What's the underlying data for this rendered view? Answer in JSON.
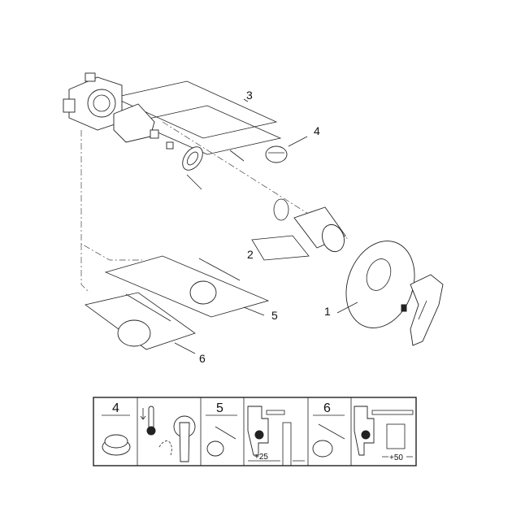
{
  "callouts": {
    "p1": "1",
    "p2": "2",
    "p3": "3",
    "p4": "4",
    "p5": "5",
    "p6": "6"
  },
  "legend_table": {
    "cells": [
      {
        "label": "4",
        "icon": "cap-icon"
      },
      {
        "label": "",
        "icon": "temperature-lever-icon"
      },
      {
        "label": "5",
        "icon": "extension-rod-cartridge-icon"
      },
      {
        "label": "+25",
        "icon": "installation-depth-25-icon"
      },
      {
        "label": "6",
        "icon": "extension-rod-cartridge-icon"
      },
      {
        "label": "+50",
        "icon": "installation-depth-50-icon"
      }
    ]
  }
}
